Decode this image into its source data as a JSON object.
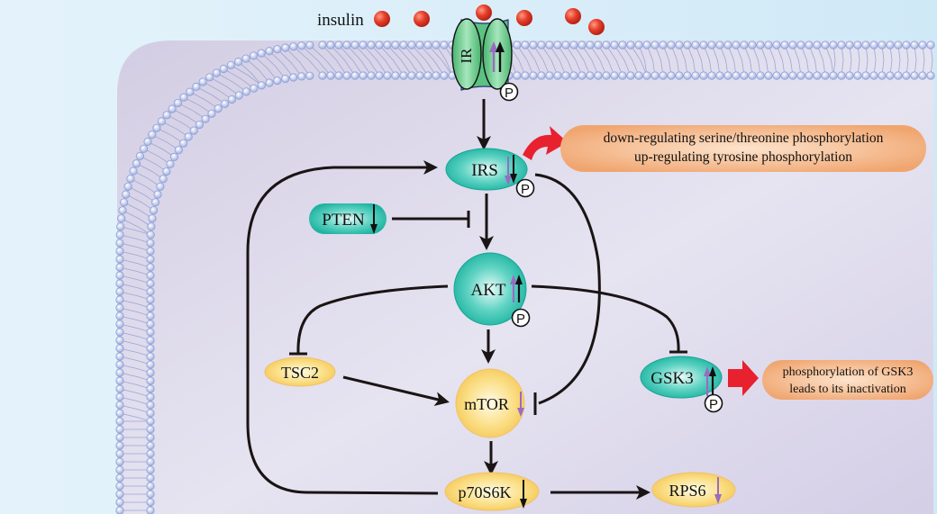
{
  "colors": {
    "extracellular": "#d3eaf8",
    "cytoplasm": "#dcd6ea",
    "membrane": "#aab8e0",
    "insulin": "#e03a2a",
    "teal_node": "#2cbfae",
    "yellow_node": "#f7d36a",
    "note_fill": "#f2b07e",
    "red_arrow": "#e8212e",
    "up_down_purple": "#9a6cc0",
    "edge": "#1a1414"
  },
  "ligand": {
    "label": "insulin",
    "count": 6
  },
  "receptor": {
    "label": "IR",
    "phosphorylated": true,
    "arrows": [
      "up-purple",
      "up-black"
    ]
  },
  "nodes": {
    "irs": {
      "label": "IRS",
      "phosphorylated": true,
      "arrows": [
        "down-purple",
        "down-black"
      ]
    },
    "pten": {
      "label": "PTEN",
      "phosphorylated": false,
      "arrows": [
        "down-black"
      ]
    },
    "akt": {
      "label": "AKT",
      "phosphorylated": true,
      "arrows": [
        "up-purple",
        "up-black"
      ]
    },
    "tsc2": {
      "label": "TSC2",
      "phosphorylated": false,
      "arrows": []
    },
    "mtor": {
      "label": "mTOR",
      "phosphorylated": false,
      "arrows": [
        "down-purple"
      ]
    },
    "gsk3": {
      "label": "GSK3",
      "phosphorylated": true,
      "arrows": [
        "up-purple",
        "up-black"
      ]
    },
    "p70s6k": {
      "label": "p70S6K",
      "phosphorylated": false,
      "arrows": [
        "down-black"
      ]
    },
    "rps6": {
      "label": "RPS6",
      "phosphorylated": false,
      "arrows": [
        "down-purple"
      ]
    }
  },
  "phospho_label": "P",
  "notes": {
    "irs_note": {
      "line1": "down-regulating serine/threonine phosphorylation",
      "line2": "up-regulating tyrosine phosphorylation"
    },
    "gsk3_note": {
      "line1": "phosphorylation of GSK3",
      "line2": "leads to its inactivation"
    }
  },
  "edges": [
    {
      "from": "IR",
      "to": "IRS",
      "type": "activation"
    },
    {
      "from": "IRS",
      "to": "AKT",
      "type": "activation"
    },
    {
      "from": "PTEN",
      "to": "IRS-AKT",
      "type": "inhibition"
    },
    {
      "from": "AKT",
      "to": "TSC2",
      "type": "inhibition"
    },
    {
      "from": "AKT",
      "to": "GSK3",
      "type": "inhibition"
    },
    {
      "from": "AKT",
      "to": "mTOR",
      "type": "activation"
    },
    {
      "from": "TSC2",
      "to": "mTOR",
      "type": "activation"
    },
    {
      "from": "IRS",
      "to": "mTOR",
      "type": "inhibition"
    },
    {
      "from": "mTOR",
      "to": "p70S6K",
      "type": "activation"
    },
    {
      "from": "p70S6K",
      "to": "RPS6",
      "type": "activation"
    },
    {
      "from": "p70S6K",
      "to": "IRS",
      "type": "activation"
    }
  ]
}
